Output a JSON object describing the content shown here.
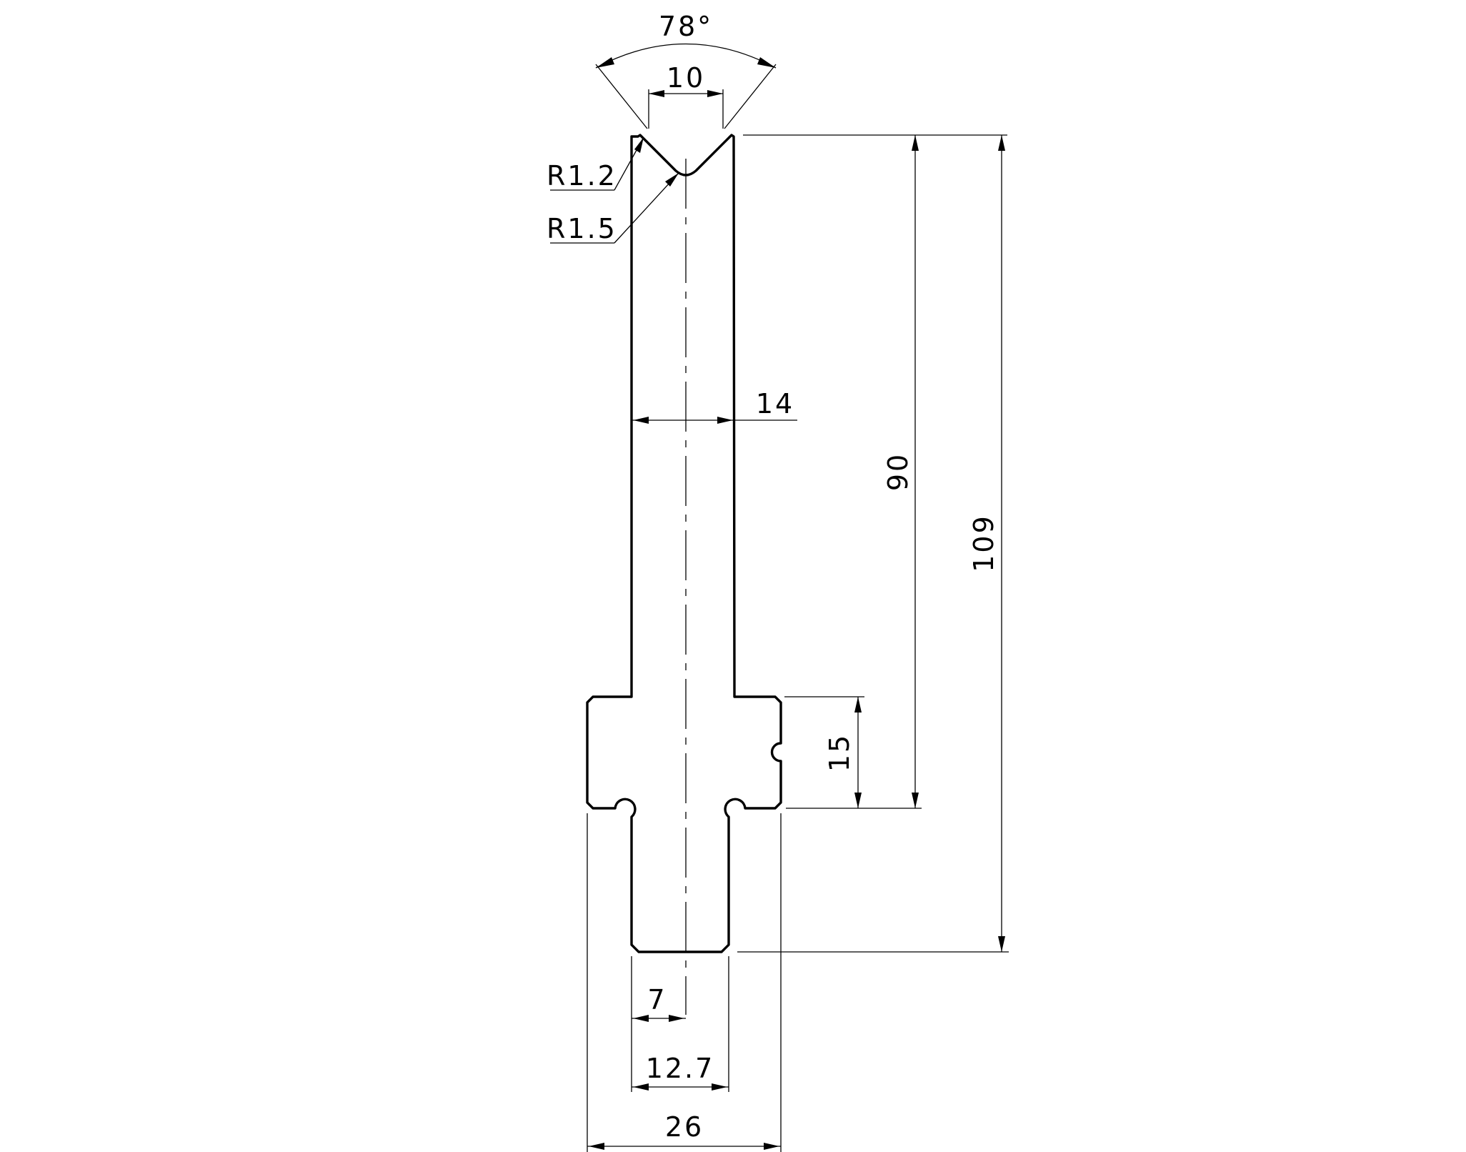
{
  "drawing": {
    "line_color": "#000000",
    "background": "#ffffff",
    "dimensions": {
      "angle": "78°",
      "v_opening": "10",
      "radius_shoulder": "R1.2",
      "radius_tip": "R1.5",
      "web_width": "14",
      "height_upper": "90",
      "height_total": "109",
      "flange_height": "15",
      "tang_half": "7",
      "tang_width": "12.7",
      "flange_width": "26"
    }
  }
}
